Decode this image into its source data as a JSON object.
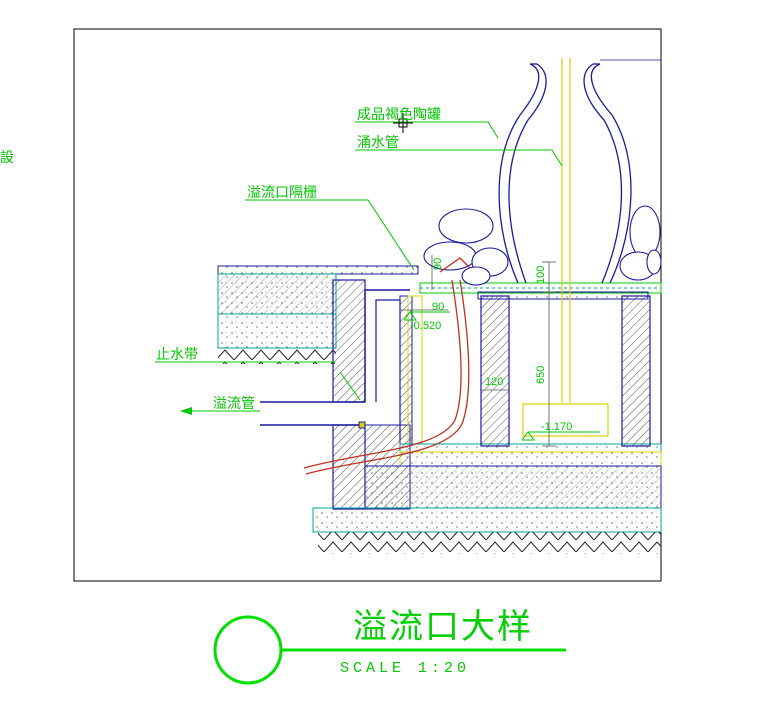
{
  "labels": {
    "vase": "成品褐色陶罐",
    "spout_pipe": "涌水管",
    "overflow_grille": "溢流口隔栅",
    "water_stop": "止水带",
    "overflow_pipe": "溢流管",
    "edge_fragment": "設"
  },
  "dimensions": {
    "d90_vertical": "90",
    "d100": "100",
    "d90_horizontal": "90",
    "level_upper": "-0.520",
    "d650": "650",
    "d120": "120",
    "level_lower": "-1.170"
  },
  "title": {
    "main": "溢流口大样",
    "scale": "SCALE    1:20"
  },
  "colors": {
    "annotation": "#00c800",
    "outline": "#1a1aa0",
    "concrete": "#00a0a0",
    "pipe": "#c03020",
    "axis": "#e0d000",
    "frame": "#000000"
  }
}
